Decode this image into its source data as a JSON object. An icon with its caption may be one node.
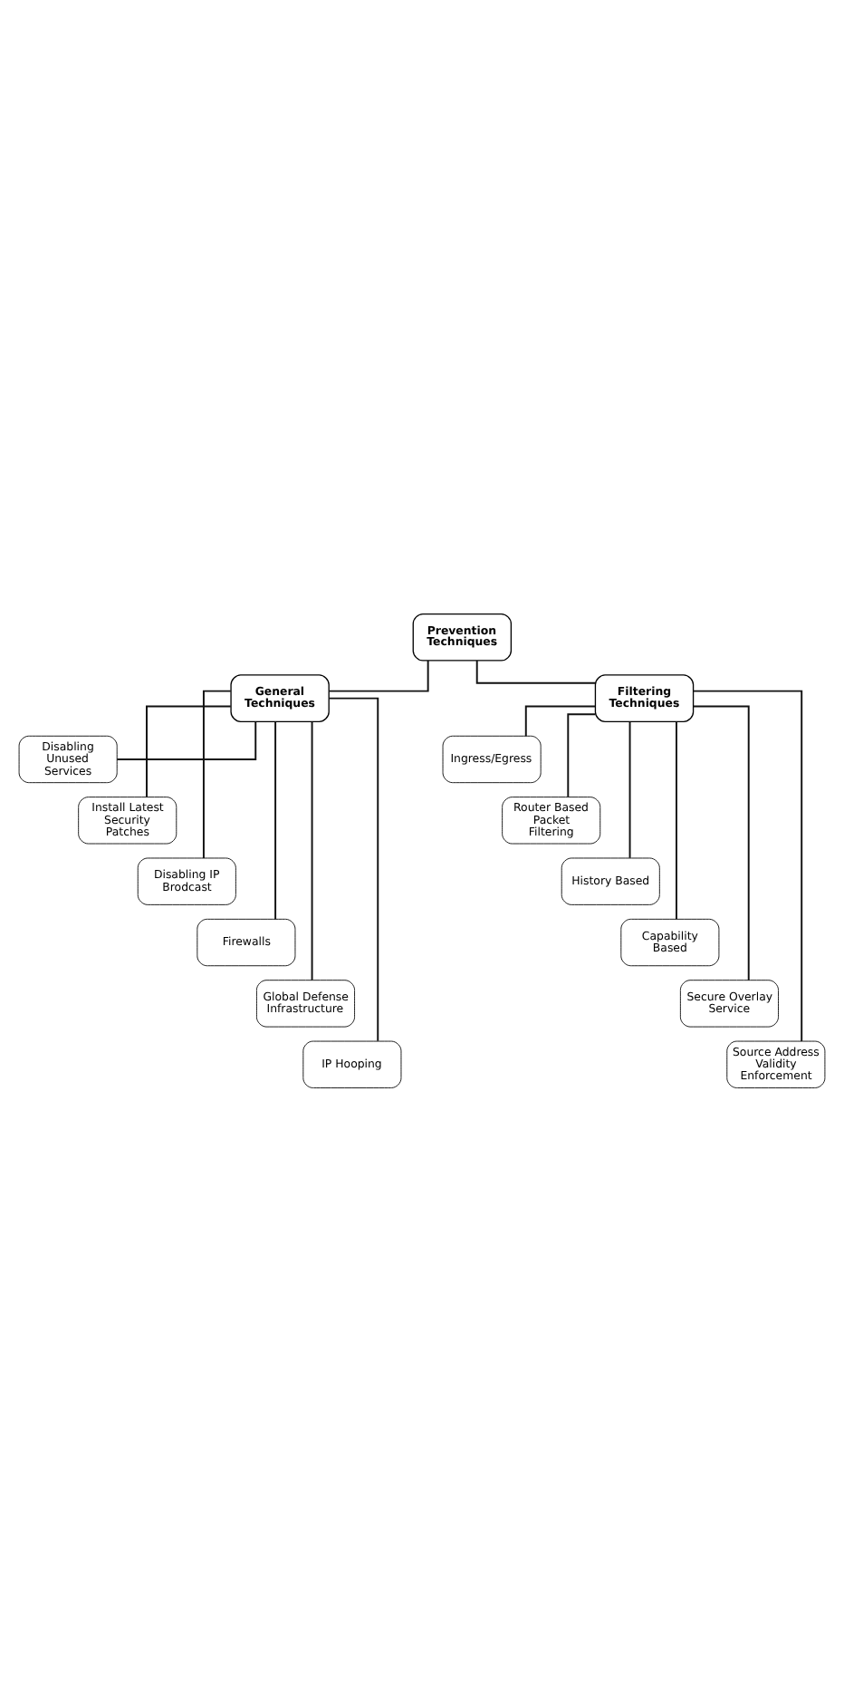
{
  "diagram": {
    "nodes": [
      {
        "text": [
          "Prevention Techniques"
        ]
      },
      {
        "text": [
          "General Techniques"
        ]
      },
      {
        "text": [
          "Filtering Techniques"
        ]
      },
      {
        "text": [
          "Disabling Unused Services"
        ]
      },
      {
        "text": [
          "Install Latest Security Patches"
        ]
      },
      {
        "text": [
          "Disabling IP Brodcast"
        ]
      },
      {
        "text": [
          "Firewalls"
        ]
      },
      {
        "text": [
          "Global Defense Infrastructure"
        ]
      },
      {
        "text": [
          "IP Hooping"
        ]
      },
      {
        "text": [
          "Ingress/Egress"
        ]
      },
      {
        "text": [
          "Router Based Packet Filtering"
        ]
      },
      {
        "text": [
          "History Based"
        ]
      },
      {
        "text": [
          "Capability Based"
        ]
      },
      {
        "text": [
          "Secure Overlay Service"
        ]
      },
      {
        "text": [
          "Source Address Validity Enforcement"
        ]
      }
    ],
    "edges": [
      {
        "from": 0,
        "to": 1,
        "arrow": "none"
      },
      {
        "from": 0,
        "to": 2,
        "arrow": "none"
      },
      {
        "from": 1,
        "to": 3,
        "arrow": "none"
      },
      {
        "from": 1,
        "to": 4,
        "arrow": "none"
      },
      {
        "from": 1,
        "to": 5,
        "arrow": "none"
      },
      {
        "from": 1,
        "to": 6,
        "arrow": "none"
      },
      {
        "from": 1,
        "to": 7,
        "arrow": "none"
      },
      {
        "from": 1,
        "to": 8,
        "arrow": "none"
      },
      {
        "from": 2,
        "to": 9,
        "arrow": "none"
      },
      {
        "from": 2,
        "to": 10,
        "arrow": "none"
      },
      {
        "from": 2,
        "to": 11,
        "arrow": "none"
      },
      {
        "from": 2,
        "to": 12,
        "arrow": "none"
      },
      {
        "from": 2,
        "to": 13,
        "arrow": "none"
      },
      {
        "from": 2,
        "to": 14,
        "arrow": "none"
      }
    ]
  }
}
